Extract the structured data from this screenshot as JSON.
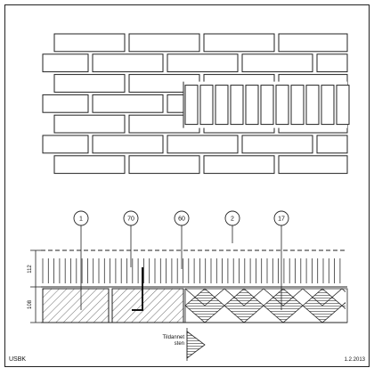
{
  "drawing": {
    "company": "USBK",
    "revision": "1.2.2013"
  },
  "callouts": [
    "1",
    "70",
    "60",
    "2",
    "17"
  ],
  "dimensions": {
    "upper_height": "112",
    "lower_height": "108"
  },
  "annotation": {
    "line1": "Tildannet",
    "line2": "sten"
  }
}
